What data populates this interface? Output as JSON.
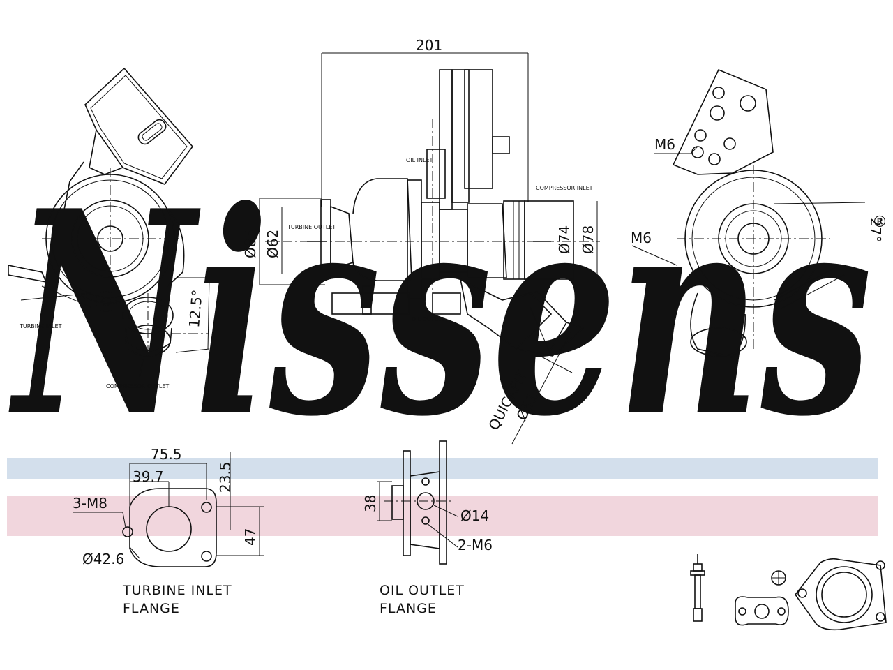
{
  "brand": {
    "watermark": "Nissens",
    "registered": "®",
    "watermark_color": "#c9d6e6",
    "band_blue": "#d3dfec",
    "band_pink": "#f1d6dd"
  },
  "views": {
    "left": {
      "turbine_inlet": "TURBINE INLET",
      "compressor_outlet": "COMPRESSOR OUTLET",
      "dim_12_5": "12.5°"
    },
    "center": {
      "width": "201",
      "d85": "Ø85",
      "d62": "Ø62",
      "d74": "Ø74",
      "d78": "Ø78",
      "turbine_outlet": "TURBINE OUTLET",
      "oil_inlet": "OIL INLET",
      "oil_outlet": "OIL OUTLET",
      "compressor_inlet": "COMPRESSOR INLET",
      "quickfit": "QUICKFIT",
      "quickfit_d": "Ø51"
    },
    "right": {
      "m6_top": "M6",
      "m6_mid": "M6",
      "angle": "27°"
    }
  },
  "turbine_flange": {
    "d75_5": "75.5",
    "d39_7": "39.7",
    "d23_5": "23.5",
    "d47": "47",
    "bolts": "3-M8",
    "bore": "Ø42.6",
    "caption_line1": "TURBINE INLET",
    "caption_line2": "FLANGE"
  },
  "oil_flange": {
    "d38": "38",
    "d14": "Ø14",
    "bolts": "2-M6",
    "caption_line1": "OIL OUTLET",
    "caption_line2": "FLANGE"
  }
}
